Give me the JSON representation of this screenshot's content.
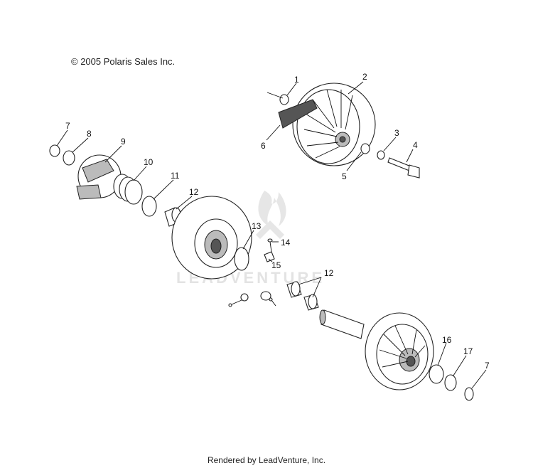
{
  "copyright": "© 2005 Polaris Sales Inc.",
  "footer": "Rendered by LeadVenture, Inc.",
  "watermark": "LEADVENTURE",
  "callouts": [
    "1",
    "2",
    "3",
    "4",
    "5",
    "6",
    "7",
    "8",
    "9",
    "10",
    "11",
    "12",
    "13",
    "14",
    "15",
    "12",
    "16",
    "17",
    "7"
  ]
}
